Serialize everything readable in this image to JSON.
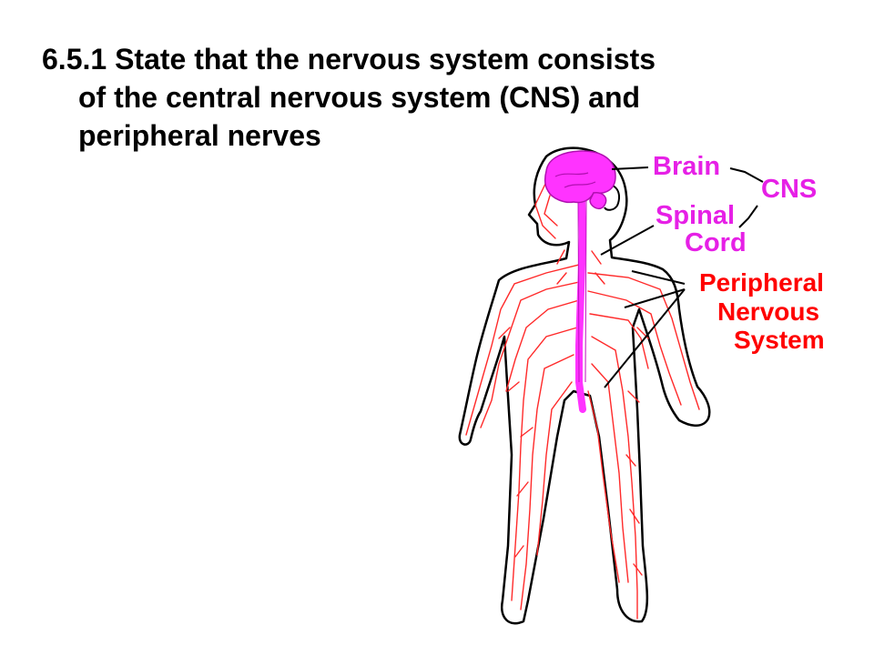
{
  "slide": {
    "title_lines": [
      "6.5.1 State that the nervous system consists",
      "of the central nervous system (CNS) and",
      "peripheral nerves"
    ]
  },
  "diagram": {
    "labels": {
      "brain": "Brain",
      "cns": "CNS",
      "spinal_1": "Spinal",
      "spinal_2": "Cord",
      "pns_1": "Peripheral",
      "pns_2": "Nervous",
      "pns_3": "System"
    },
    "colors": {
      "cns_label": "#e620e6",
      "cns_fill": "#ff33ff",
      "pns_label": "#ff0000",
      "nerve": "#ff2a2a",
      "outline": "#000000"
    }
  }
}
